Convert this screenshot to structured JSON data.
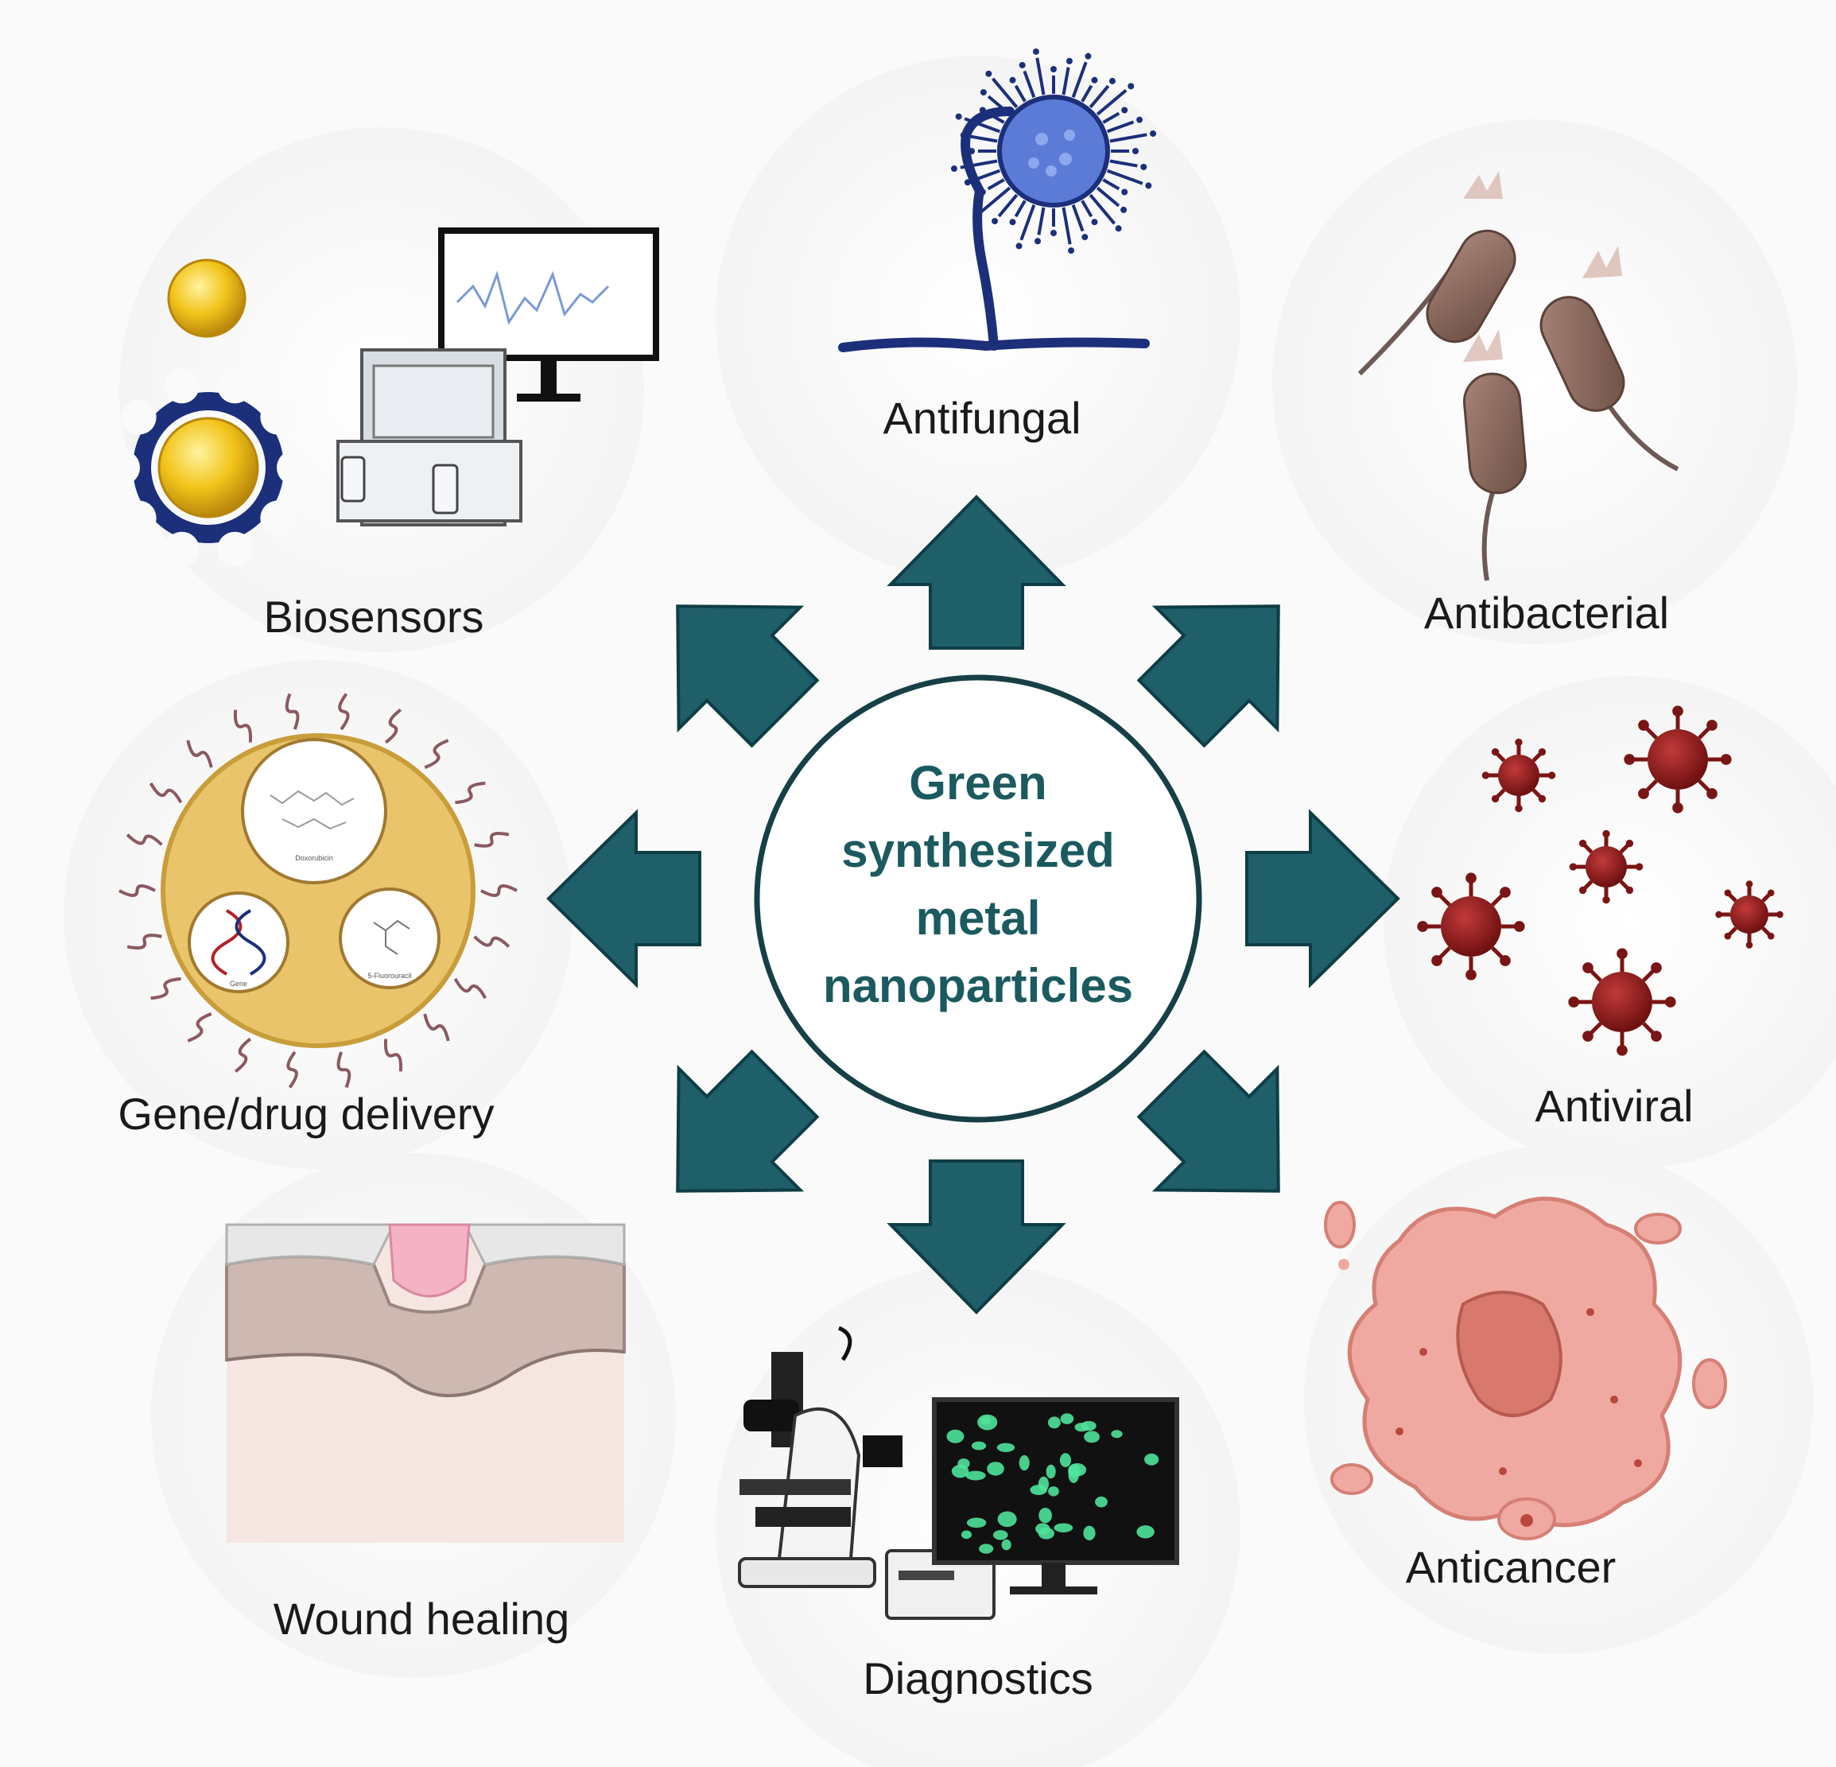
{
  "center": {
    "lines": [
      "Green",
      "synthesized",
      "metal",
      "nanoparticles"
    ]
  },
  "applications": {
    "antifungal": "Antifungal",
    "antibacterial": "Antibacterial",
    "antiviral": "Antiviral",
    "anticancer": "Anticancer",
    "diagnostics": "Diagnostics",
    "wound_healing": "Wound healing",
    "gene_drug_delivery": "Gene/drug delivery",
    "biosensors": "Biosensors"
  },
  "carrier_labels": {
    "top": "Doxorubicin",
    "left": "Gene",
    "right": "5-Fluorouracil"
  },
  "colors": {
    "arrow": "#1f5f6a",
    "arrow_dark": "#0f3d45",
    "center_text": "#1b5a5e",
    "fungus": "#1c2f7a",
    "bacteria": "#8a6a60",
    "virus": "#8b1a1a",
    "cancer": "#e8a39b",
    "carrier": "#e9c46a",
    "gold": "#f2c41a"
  },
  "icons": {
    "arrows": "arrow-icon",
    "fungus": "fungus-icon",
    "bacteria": "bacteria-icon",
    "virus": "virus-icon",
    "cancer": "cancer-cell-icon",
    "microscope": "microscope-icon",
    "skin": "skin-wound-icon",
    "carrier": "nanocarrier-icon",
    "biosensor": "biosensor-instrument-icon"
  }
}
